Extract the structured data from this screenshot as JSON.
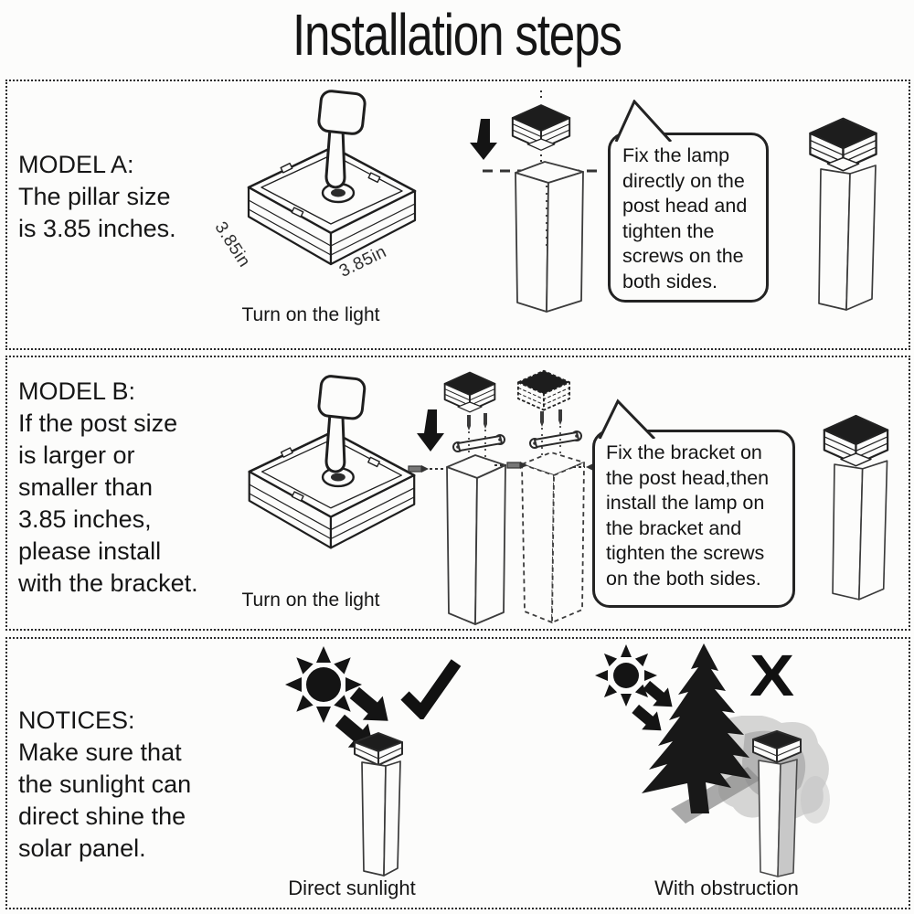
{
  "title": "Installation steps",
  "model_a": {
    "heading": "MODEL A:",
    "description": [
      "The pillar size",
      "is 3.85 inches."
    ],
    "dimension_left": "3.85in",
    "dimension_right": "3.85in",
    "caption": "Turn on the light",
    "bubble": "Fix the lamp directly on the post head and tighten the screws on the both sides."
  },
  "model_b": {
    "heading": "MODEL B:",
    "description": [
      "If the post size",
      "is larger or",
      "smaller than",
      "3.85 inches,",
      "please install",
      "with the bracket."
    ],
    "caption": "Turn on the light",
    "bubble": "Fix the bracket on the post head,then install the lamp on the bracket and tighten the screws on the both sides."
  },
  "notices": {
    "heading": "NOTICES:",
    "description": [
      "Make sure that",
      "the sunlight can",
      "direct shine the",
      "solar panel."
    ],
    "good_label": "Direct sunlight",
    "bad_label": "With obstruction",
    "bad_mark": "X"
  },
  "colors": {
    "ink": "#1a1a1a",
    "paper": "#fcfcfb",
    "shadow_gray": "#9e9e9e"
  }
}
